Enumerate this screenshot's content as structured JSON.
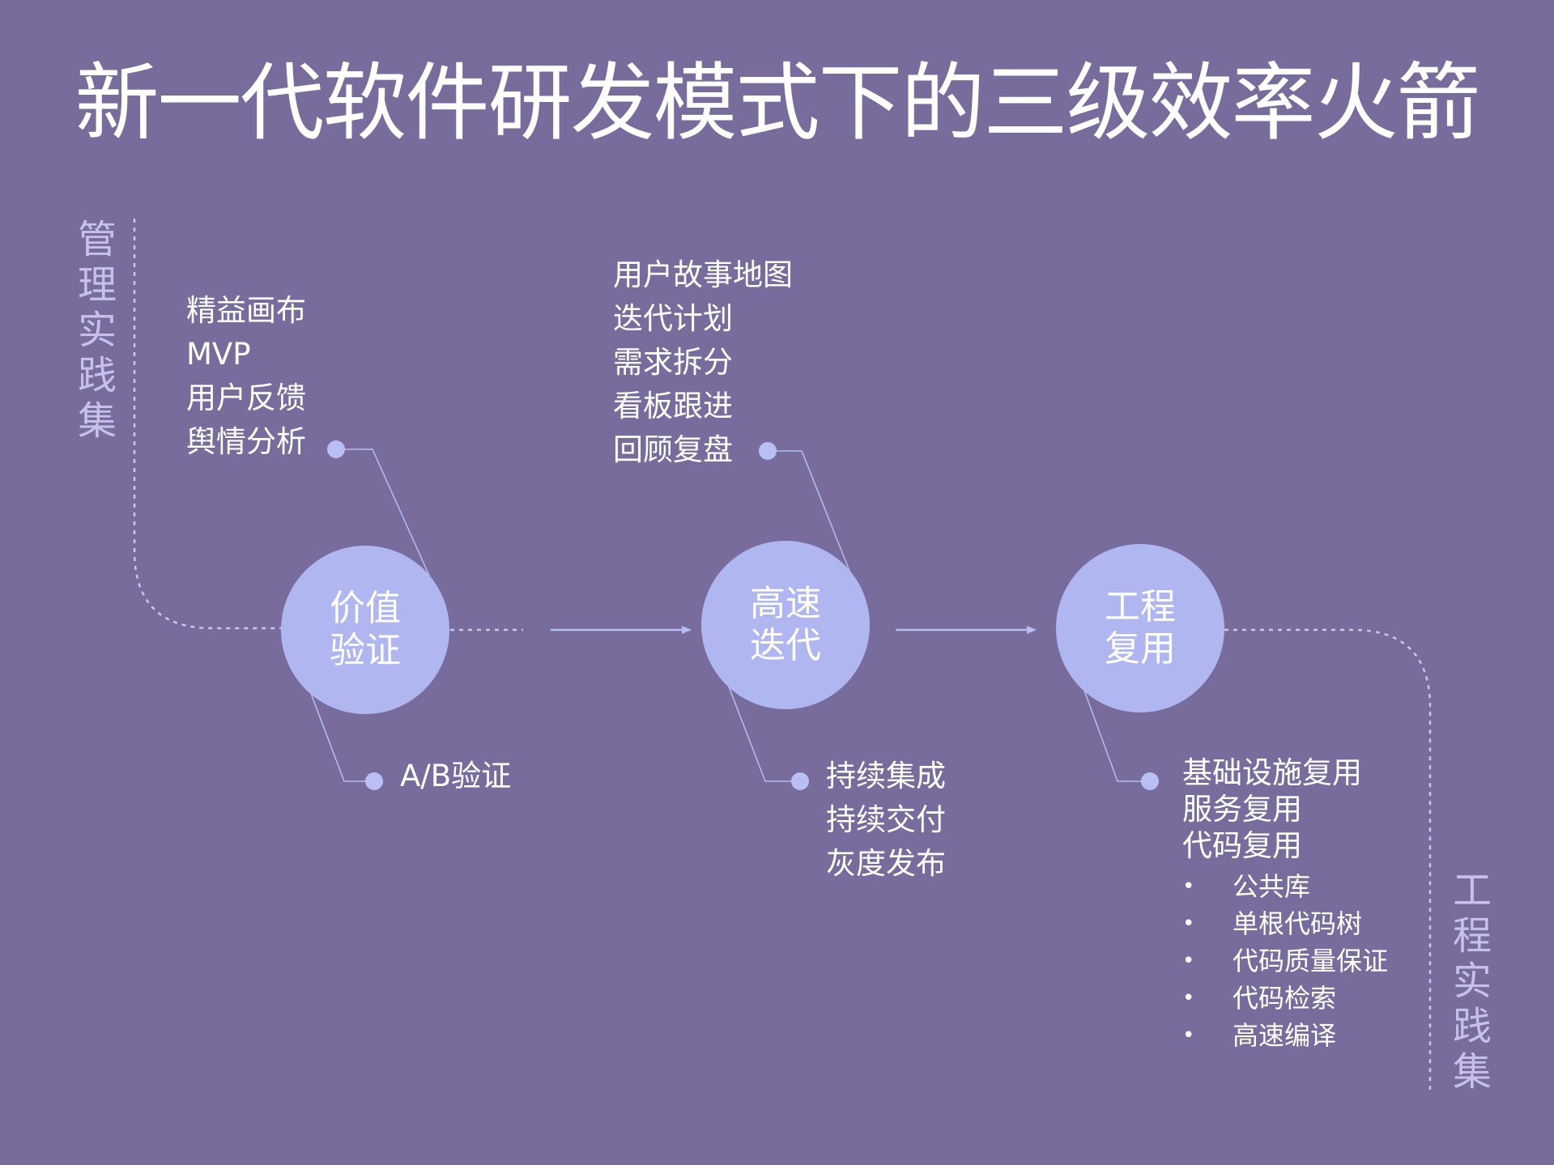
{
  "title": "新一代软件研发模式下的三级效率火箭",
  "side_labels": {
    "management": [
      "管",
      "理",
      "实",
      "践",
      "集"
    ],
    "engineering": [
      "工",
      "程",
      "实",
      "践",
      "集"
    ]
  },
  "stages": [
    {
      "line1": "价值",
      "line2": "验证"
    },
    {
      "line1": "高速",
      "line2": "迭代"
    },
    {
      "line1": "工程",
      "line2": "复用"
    }
  ],
  "value_validation": {
    "top_items": [
      "精益画布",
      "MVP",
      "用户反馈",
      "舆情分析"
    ],
    "bottom_items": [
      "A/B验证"
    ]
  },
  "rapid_iteration": {
    "top_items": [
      "用户故事地图",
      "迭代计划",
      "需求拆分",
      "看板跟进",
      "回顾复盘"
    ],
    "bottom_items": [
      "持续集成",
      "持续交付",
      "灰度发布"
    ]
  },
  "engineering_reuse": {
    "bottom_items": [
      "基础设施复用",
      "服务复用",
      "代码复用"
    ],
    "code_reuse_sub_items": [
      "公共库",
      "单根代码树",
      "代码质量保证",
      "代码检索",
      "高速编译"
    ]
  },
  "colors": {
    "background": "#776c9c",
    "circle": "#b0b7f0",
    "connector": "#b7bcf2",
    "dot": "#b9bff4",
    "side_label": "#c8c0ec"
  }
}
